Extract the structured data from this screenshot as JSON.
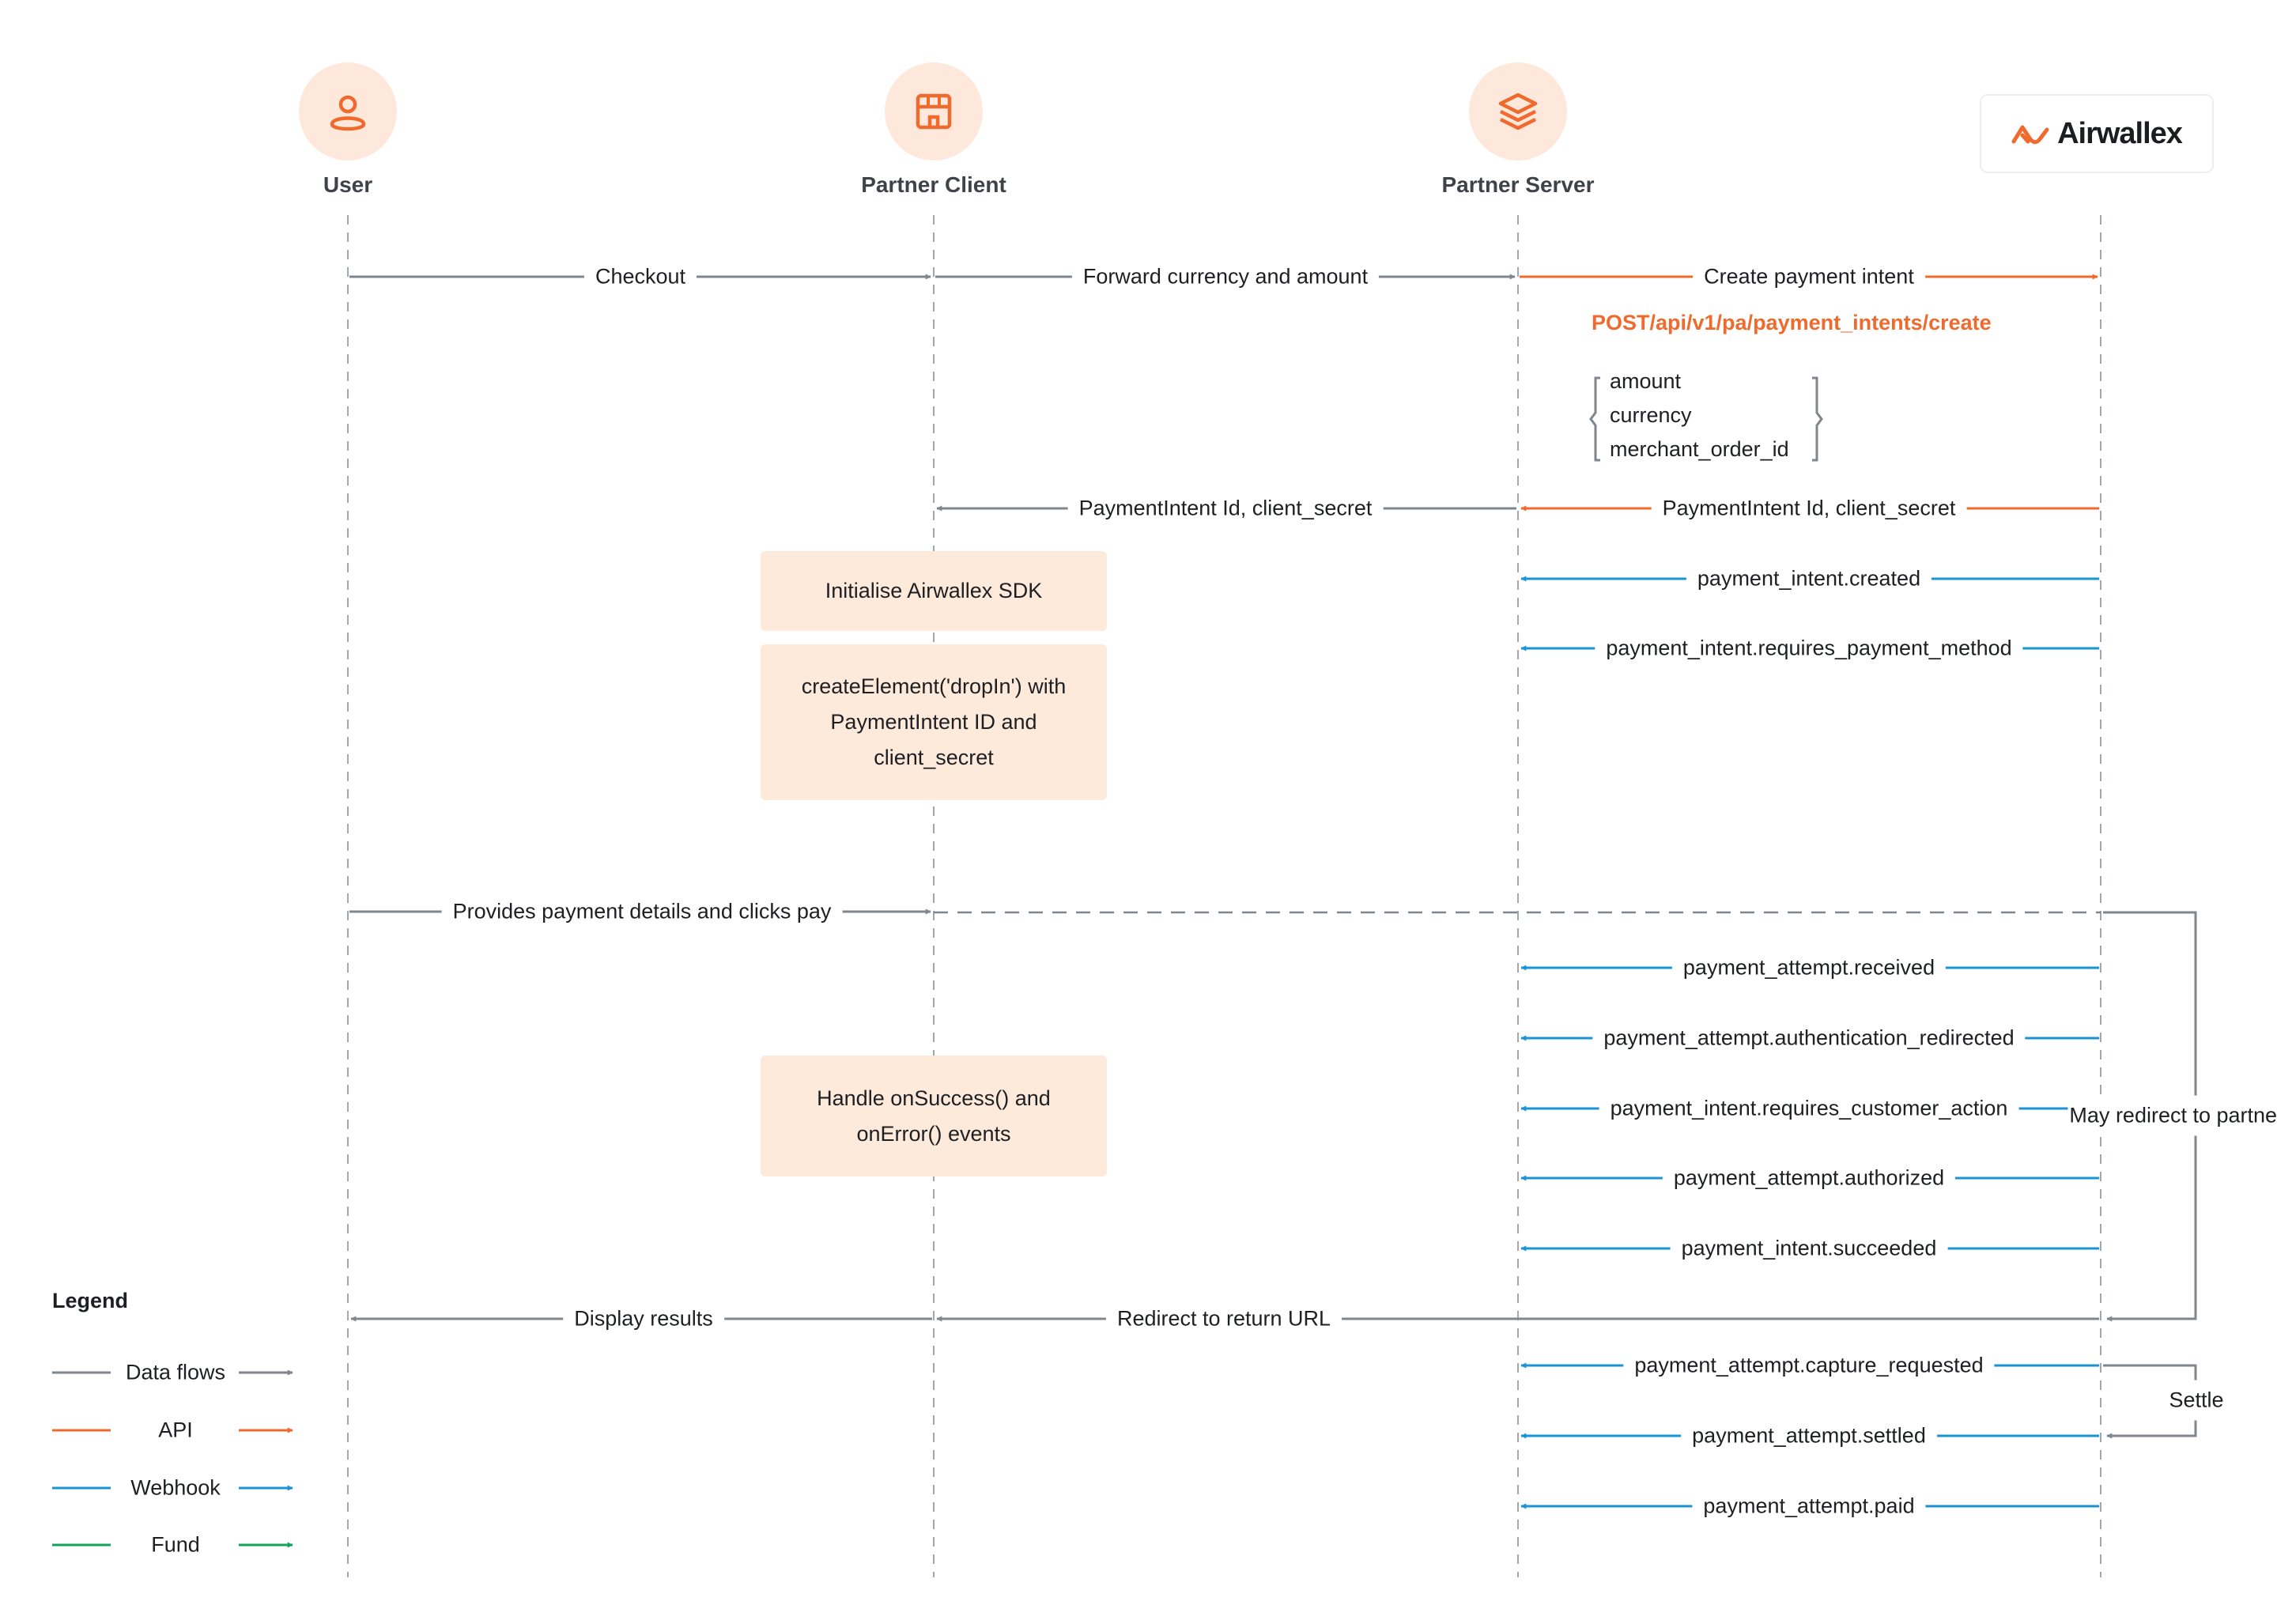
{
  "actors": {
    "user": "User",
    "partner_client": "Partner Client",
    "partner_server": "Partner Server",
    "airwallex": "Airwallex"
  },
  "icons": {
    "user": "user-icon",
    "partner_client": "storefront-icon",
    "partner_server": "layers-icon",
    "airwallex": "airwallex-logo"
  },
  "colors": {
    "data_flow": "#80868e",
    "api": "#ef6a2c",
    "webhook": "#1b94d6",
    "fund": "#14a35c",
    "lifeline": "#a2a7ae",
    "note_bg": "#fdeadb",
    "actor_bg": "#fde8db"
  },
  "messages": [
    {
      "text": "Checkout",
      "kind": "data",
      "from": "user",
      "to": "partner_client"
    },
    {
      "text": "Forward currency and amount",
      "kind": "data",
      "from": "partner_client",
      "to": "partner_server"
    },
    {
      "text": "Create payment intent",
      "kind": "api",
      "from": "partner_server",
      "to": "airwallex"
    },
    {
      "text": "PaymentIntent Id, client_secret",
      "kind": "data",
      "from": "partner_server",
      "to": "partner_client"
    },
    {
      "text": "PaymentIntent Id, client_secret",
      "kind": "api",
      "from": "airwallex",
      "to": "partner_server"
    },
    {
      "text": "payment_intent.created",
      "kind": "webhook",
      "from": "airwallex",
      "to": "partner_server"
    },
    {
      "text": "payment_intent.requires_payment_method",
      "kind": "webhook",
      "from": "airwallex",
      "to": "partner_server"
    },
    {
      "text": "Provides payment details and clicks pay",
      "kind": "data",
      "from": "user",
      "to": "partner_client"
    },
    {
      "text": "payment_attempt.received",
      "kind": "webhook",
      "from": "airwallex",
      "to": "partner_server"
    },
    {
      "text": "payment_attempt.authentication_redirected",
      "kind": "webhook",
      "from": "airwallex",
      "to": "partner_server"
    },
    {
      "text": "payment_intent.requires_customer_action",
      "kind": "webhook",
      "from": "airwallex",
      "to": "partner_server"
    },
    {
      "text": "payment_attempt.authorized",
      "kind": "webhook",
      "from": "airwallex",
      "to": "partner_server"
    },
    {
      "text": "payment_intent.succeeded",
      "kind": "webhook",
      "from": "airwallex",
      "to": "partner_server"
    },
    {
      "text": "Display results",
      "kind": "data",
      "from": "partner_client",
      "to": "user"
    },
    {
      "text": "Redirect to return URL",
      "kind": "data",
      "from": "airwallex",
      "to": "partner_client"
    },
    {
      "text": "payment_attempt.capture_requested",
      "kind": "webhook",
      "from": "airwallex",
      "to": "partner_server"
    },
    {
      "text": "payment_attempt.settled",
      "kind": "webhook",
      "from": "airwallex",
      "to": "partner_server"
    },
    {
      "text": "payment_attempt.paid",
      "kind": "webhook",
      "from": "airwallex",
      "to": "partner_server"
    }
  ],
  "api_call": {
    "endpoint": "POST/api/v1/pa/payment_intents/create",
    "params": [
      "amount",
      "currency",
      "merchant_order_id"
    ]
  },
  "notes": [
    "Initialise Airwallex SDK",
    "createElement('dropIn') with\nPaymentIntent ID and\nclient_secret",
    "Handle onSuccess() and\nonError() events"
  ],
  "side_notes": {
    "redirect": "May redirect\nto partner site",
    "settle": "Settle"
  },
  "legend": {
    "title": "Legend",
    "items": [
      {
        "label": "Data flows",
        "kind": "data"
      },
      {
        "label": "API",
        "kind": "api"
      },
      {
        "label": "Webhook",
        "kind": "webhook"
      },
      {
        "label": "Fund",
        "kind": "fund"
      }
    ]
  }
}
